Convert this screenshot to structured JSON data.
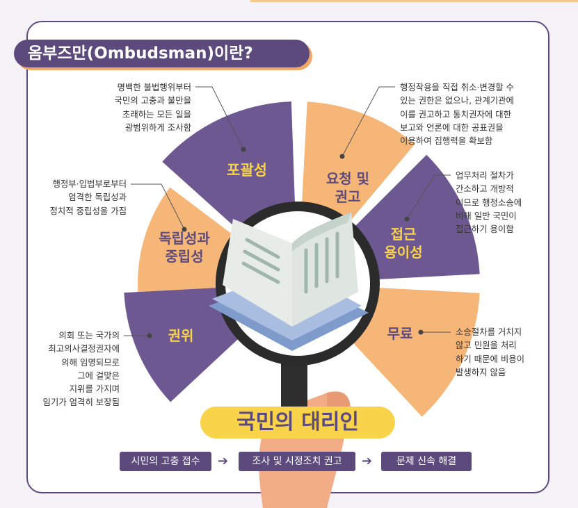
{
  "title": "옴부즈만(Ombudsman)이란?",
  "segments": [
    {
      "label": "포괄성",
      "description": [
        "명백한 불법행위부터",
        "국민의 고충과 불만을",
        "초래하는 모든 일을",
        "광범위하게 조사함"
      ]
    },
    {
      "label": "요청 및\n권고",
      "description": [
        "행정작용을 직접 취소·변경할 수",
        "있는 권한은 없으나, 관계기관에",
        "이를 권고하고 통치권자에 대한",
        "보고와 언론에 대한 공표권을",
        "이용하여 집행력을 확보함"
      ]
    },
    {
      "label": "접근\n용이성",
      "description": [
        "업무처리 절차가",
        "간소하고 개방적",
        "이므로 행정소송에",
        "비해 일반 국민이",
        "접근하기 용이함"
      ]
    },
    {
      "label": "무료",
      "description": [
        "소송절차를 거치지",
        "않고 민원을 처리",
        "하기 때문에 비용이",
        "발생하지 않음"
      ]
    },
    {
      "label": "독립성과\n중립성",
      "description": [
        "행정부·입법부로부터",
        "엄격한 독립성과",
        "정치적 중립성을 가짐"
      ]
    },
    {
      "label": "권위",
      "description": [
        "의회 또는 국가의",
        "최고의사결정권자에",
        "의해 임명되므로",
        "그에 걸맞은",
        "지위를 가지며",
        "임기가 엄격히 보장됨"
      ]
    }
  ],
  "banner": "국민의 대리인",
  "steps": [
    "시민의 고충 접수",
    "조사 및 시정조치 권고",
    "문제 신속 해결"
  ],
  "colors": {
    "purple": "#6e5891",
    "orange": "#f6b677",
    "dark": "#5d4a7d",
    "yellow": "#f9d34a"
  }
}
